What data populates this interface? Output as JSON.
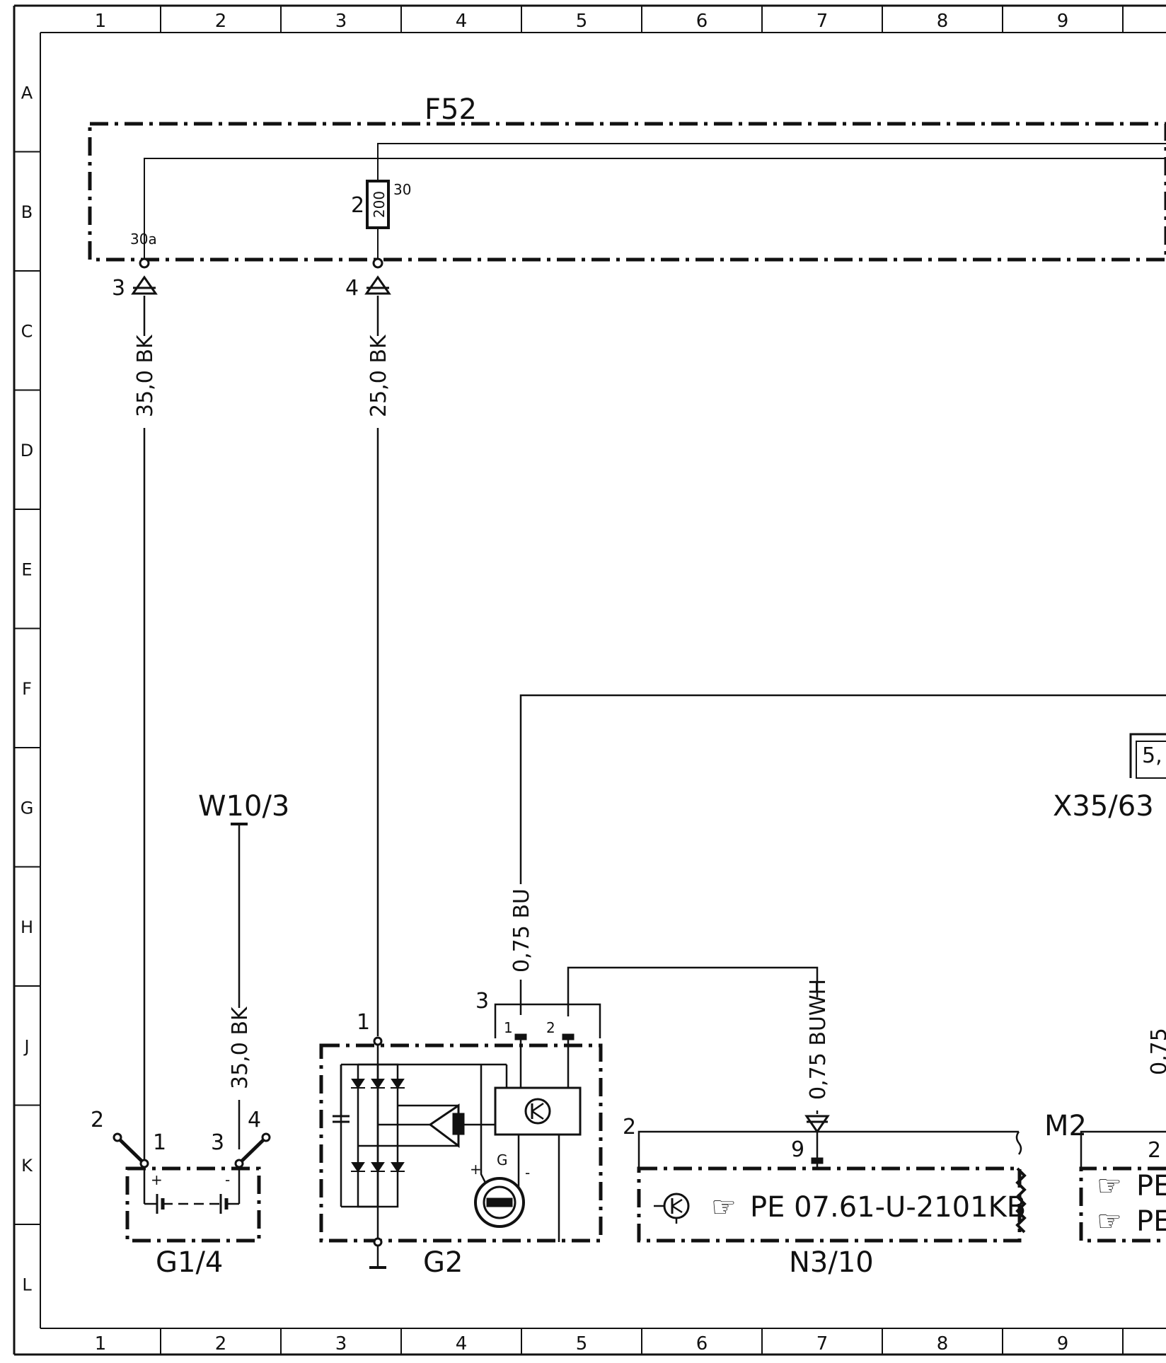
{
  "grid": {
    "columns": [
      "1",
      "2",
      "3",
      "4",
      "5",
      "6",
      "7",
      "8",
      "9"
    ],
    "rows": [
      "A",
      "B",
      "C",
      "D",
      "E",
      "F",
      "G",
      "H",
      "J",
      "K",
      "L"
    ]
  },
  "components": {
    "fuse_box": "F52",
    "fuse_value": "200",
    "fuse_pin_left": "2",
    "fuse_pin_right": "30",
    "terminal_30a": "30a",
    "battery": "G1/4",
    "alternator": "G2",
    "ground_point": "W10/3",
    "control_unit": "N3/10",
    "control_unit_ref": "PE 07.61-U-2101KB",
    "connector": "X35/63",
    "motor": "M2",
    "partial_ref": "PE",
    "partial_box": "5,",
    "generator_symbol": "G"
  },
  "wires": {
    "w1": "35,0 BK",
    "w2": "25,0 BK",
    "w3": "35,0 BK",
    "w4": "0,75 BU",
    "w5": "0,75 BUWH",
    "w6_partial": "0,75"
  },
  "pins": {
    "f52_conn_left": "3",
    "f52_conn_right": "4",
    "g1_pin2": "2",
    "g1_pin1": "1",
    "g1_pin3": "3",
    "g1_pin4": "4",
    "g1_plus": "+",
    "g1_minus": "-",
    "g2_pin1": "1",
    "g2_pin3": "3",
    "g2_plug1": "1",
    "g2_plug2": "2",
    "g2_plus": "+",
    "g2_minus": "-",
    "n3_pin2": "2",
    "n3_pin9": "9",
    "m2_pin2": "2"
  }
}
